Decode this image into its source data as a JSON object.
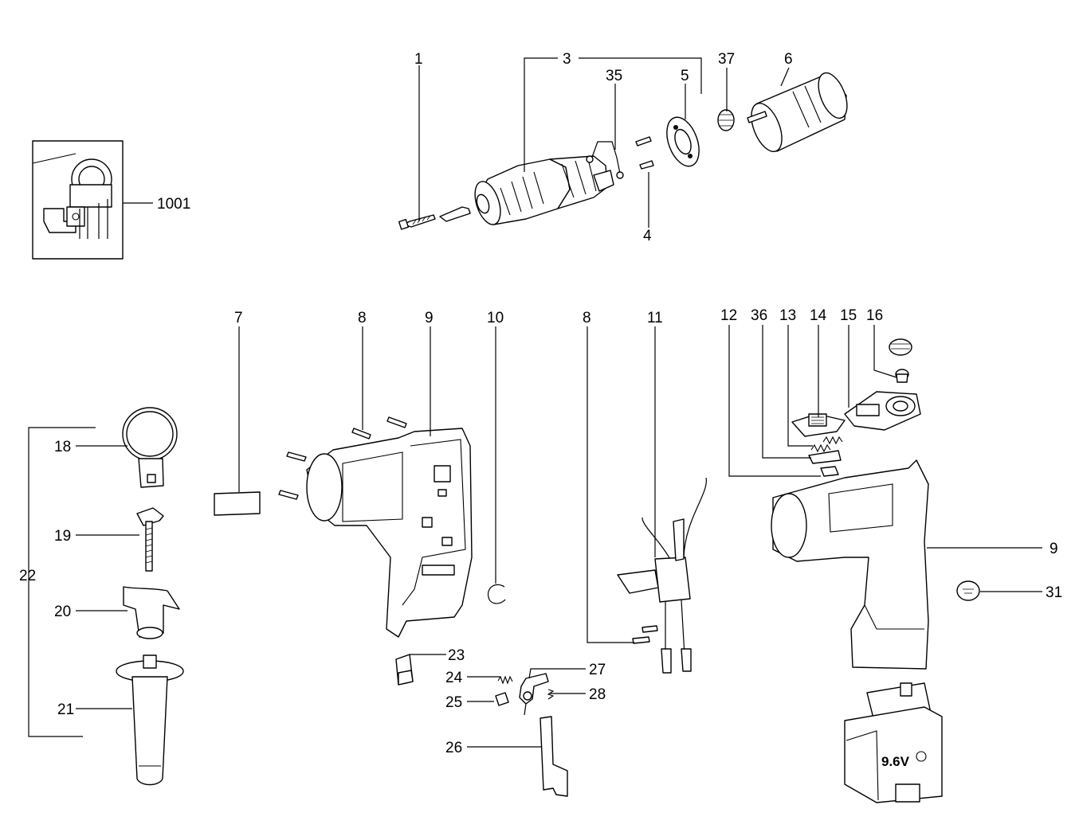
{
  "diagram": {
    "type": "exploded-parts-diagram",
    "part_labels": [
      "1",
      "3",
      "35",
      "5",
      "37",
      "6",
      "4",
      "1001",
      "7",
      "8",
      "9",
      "10",
      "8",
      "11",
      "12",
      "36",
      "13",
      "14",
      "15",
      "16",
      "18",
      "19",
      "20",
      "21",
      "22",
      "23",
      "24",
      "25",
      "26",
      "27",
      "28",
      "9",
      "31"
    ],
    "battery_label": "9.6V"
  }
}
